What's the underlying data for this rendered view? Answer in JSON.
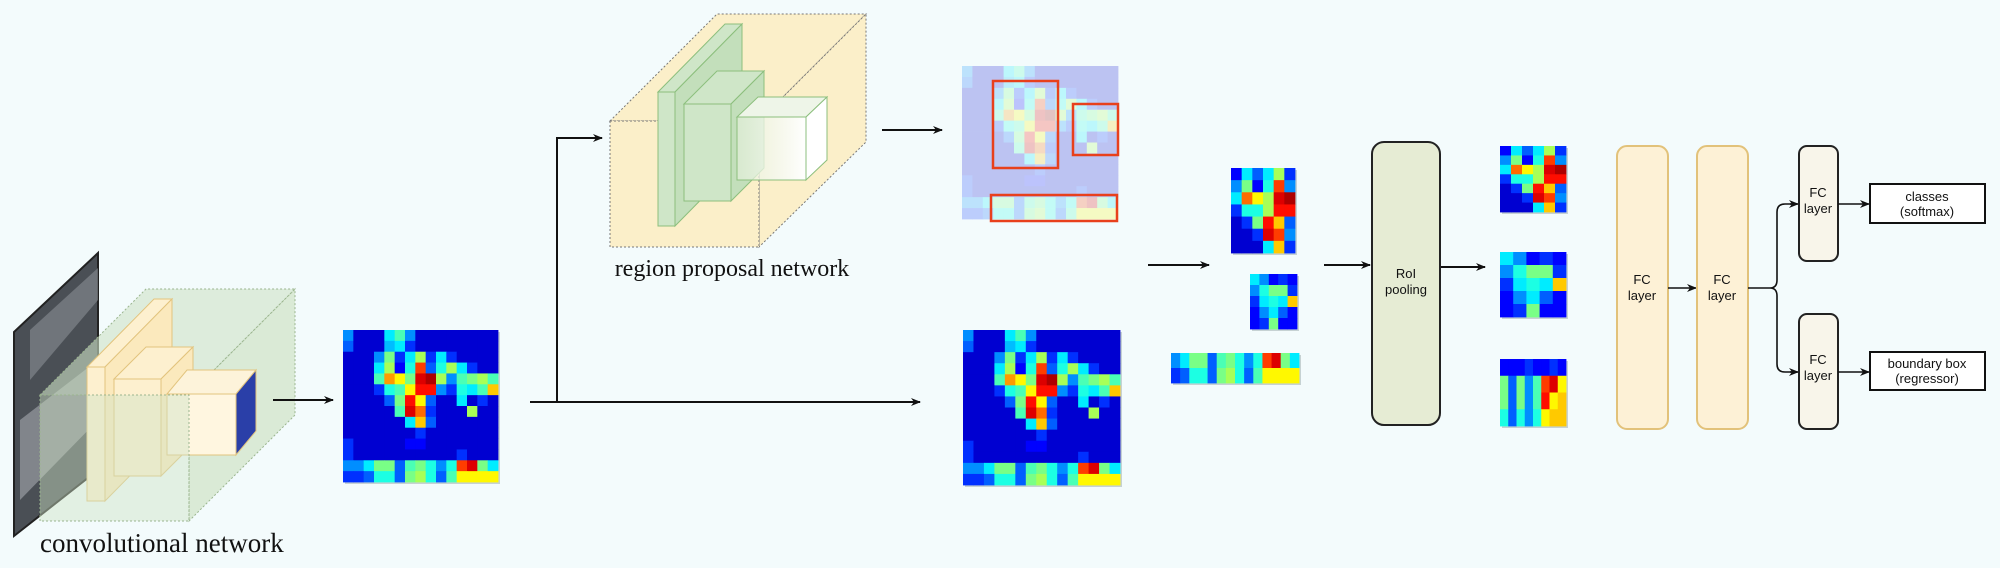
{
  "labels": {
    "conv_network": "convolutional network",
    "rpn": "region proposal network",
    "roi_pooling_line1": "RoI",
    "roi_pooling_line2": "pooling",
    "fc_line1": "FC",
    "fc_line2": "layer",
    "classes_line1": "classes",
    "classes_line2": "(softmax)",
    "bbox_line1": "boundary box",
    "bbox_line2": "(regressor)"
  },
  "colors": {
    "background": "#f3fbfc",
    "conv_box": "#cfe3c6",
    "conv_slab": "#fdf0cf",
    "conv_slab_border": "#e2c47e",
    "rpn_box": "#fbefc9",
    "rpn_slab": "#cfe6c8",
    "rpn_slab_border": "#8cbf7d",
    "proposal_box": "#e8401c",
    "roi_fill": "#e6ecd4",
    "fc_fill": "#fdf1d6",
    "fc_border": "#e2c27a",
    "fc_head_fill": "#f8f5ea"
  },
  "heatmaps": {
    "feature_map": [
      [
        0.2,
        0,
        0,
        0,
        0.3,
        0.4,
        0.2,
        0,
        0,
        0,
        0,
        0,
        0,
        0,
        0
      ],
      [
        0.15,
        0,
        0,
        0,
        0.25,
        0.3,
        0.1,
        0,
        0,
        0,
        0,
        0,
        0,
        0,
        0
      ],
      [
        0,
        0,
        0,
        0.2,
        0.45,
        0.1,
        0.3,
        0.5,
        0.1,
        0.3,
        0.1,
        0,
        0,
        0,
        0
      ],
      [
        0,
        0,
        0,
        0.3,
        0.5,
        0.05,
        0.35,
        0.8,
        0.15,
        0.35,
        0.5,
        0.3,
        0.1,
        0,
        0
      ],
      [
        0,
        0,
        0,
        0.4,
        0.7,
        0.6,
        0.45,
        0.9,
        0.95,
        0.5,
        0.2,
        0.4,
        0.45,
        0.5,
        0.4
      ],
      [
        0,
        0,
        0,
        0.1,
        0.35,
        0.4,
        0.6,
        0.85,
        0.85,
        0.2,
        0.1,
        0.35,
        0.3,
        0.4,
        0.65
      ],
      [
        0,
        0,
        0,
        0,
        0.15,
        0.45,
        0.85,
        0.6,
        0.15,
        0,
        0,
        0.3,
        0,
        0.1,
        0
      ],
      [
        0,
        0,
        0,
        0,
        0,
        0.4,
        0.9,
        0.75,
        0.1,
        0,
        0,
        0,
        0.5,
        0,
        0
      ],
      [
        0,
        0,
        0,
        0,
        0,
        0,
        0.3,
        0.65,
        0.15,
        0,
        0,
        0,
        0,
        0,
        0
      ],
      [
        0,
        0,
        0,
        0,
        0,
        0,
        0,
        0.1,
        0,
        0,
        0,
        0,
        0,
        0,
        0
      ],
      [
        0.1,
        0,
        0,
        0,
        0,
        0,
        0.05,
        0.05,
        0,
        0,
        0,
        0,
        0,
        0,
        0
      ],
      [
        0.1,
        0,
        0,
        0,
        0,
        0,
        0,
        0,
        0,
        0,
        0,
        0.1,
        0,
        0,
        0
      ],
      [
        0.2,
        0.2,
        0.3,
        0.45,
        0.45,
        0.15,
        0.4,
        0.45,
        0.35,
        0.2,
        0.35,
        0.8,
        0.9,
        0.45,
        0.3
      ],
      [
        0.1,
        0.1,
        0.15,
        0.35,
        0.35,
        0.15,
        0.45,
        0.5,
        0.35,
        0.15,
        0.4,
        0.6,
        0.6,
        0.6,
        0.6
      ]
    ],
    "crop_large": [
      [
        0.05,
        0.3,
        0.15,
        0.3,
        0.5,
        0.1
      ],
      [
        0.2,
        0.45,
        0.05,
        0.35,
        0.8,
        0.2
      ],
      [
        0.3,
        0.75,
        0.6,
        0.5,
        0.9,
        0.95
      ],
      [
        0.1,
        0.35,
        0.35,
        0.5,
        0.85,
        0.85
      ],
      [
        0,
        0.1,
        0.45,
        0.85,
        0.65,
        0.15
      ],
      [
        0,
        0,
        0.1,
        0.9,
        0.8,
        0.2
      ],
      [
        0,
        0,
        0,
        0.3,
        0.65,
        0.1
      ]
    ],
    "crop_small": [
      [
        0.3,
        0.2,
        0.05,
        0.1,
        0.05
      ],
      [
        0.2,
        0.35,
        0.45,
        0.45,
        0.1
      ],
      [
        0.1,
        0.3,
        0.35,
        0.3,
        0.65
      ],
      [
        0.05,
        0.2,
        0.3,
        0.15,
        0.05
      ],
      [
        0.05,
        0.1,
        0.45,
        0.05,
        0.05
      ]
    ],
    "crop_wide": [
      [
        0.2,
        0.3,
        0.45,
        0.45,
        0.15,
        0.4,
        0.45,
        0.35,
        0.2,
        0.35,
        0.8,
        0.9,
        0.45,
        0.3
      ],
      [
        0.1,
        0.15,
        0.35,
        0.35,
        0.15,
        0.45,
        0.5,
        0.35,
        0.15,
        0.4,
        0.6,
        0.6,
        0.6,
        0.6
      ]
    ],
    "pooled_1": [
      [
        0.05,
        0.3,
        0.15,
        0.3,
        0.5,
        0.1
      ],
      [
        0.2,
        0.45,
        0.05,
        0.35,
        0.8,
        0.2
      ],
      [
        0.3,
        0.75,
        0.6,
        0.5,
        0.9,
        0.95
      ],
      [
        0.1,
        0.35,
        0.35,
        0.5,
        0.85,
        0.85
      ],
      [
        0,
        0.1,
        0.45,
        0.85,
        0.65,
        0.15
      ],
      [
        0,
        0,
        0.1,
        0.9,
        0.8,
        0.2
      ],
      [
        0,
        0,
        0,
        0.3,
        0.65,
        0.1
      ]
    ],
    "pooled_2": [
      [
        0.3,
        0.2,
        0.05,
        0.1,
        0.05
      ],
      [
        0.2,
        0.35,
        0.45,
        0.45,
        0.1
      ],
      [
        0.1,
        0.3,
        0.35,
        0.3,
        0.65
      ],
      [
        0.05,
        0.2,
        0.3,
        0.15,
        0.05
      ],
      [
        0.05,
        0.1,
        0.45,
        0.05,
        0.05
      ]
    ],
    "pooled_3": [
      [
        0.05,
        0.05,
        0.05,
        0.1,
        0.05,
        0.05,
        0.1,
        0.05
      ],
      [
        0.45,
        0.15,
        0.45,
        0.2,
        0.4,
        0.8,
        0.9,
        0.6
      ],
      [
        0.45,
        0.15,
        0.45,
        0.2,
        0.4,
        0.85,
        0.6,
        0.65
      ],
      [
        0.35,
        0.15,
        0.35,
        0.2,
        0.35,
        0.6,
        0.65,
        0.65
      ]
    ]
  }
}
